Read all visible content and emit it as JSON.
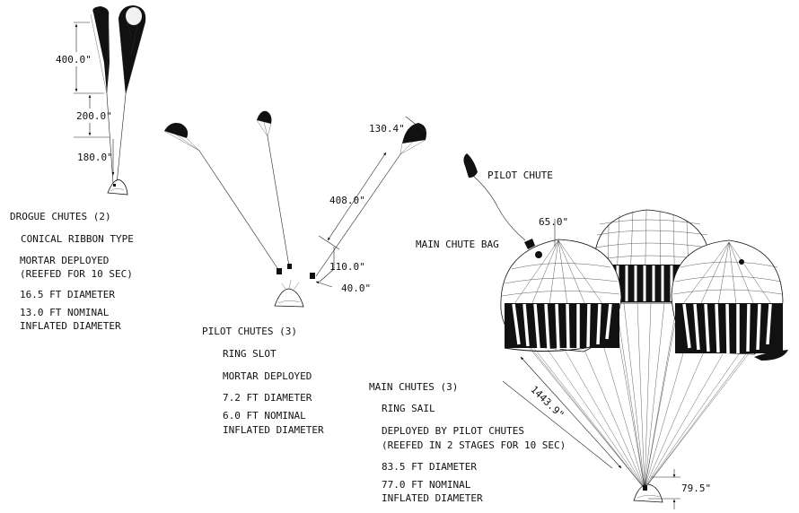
{
  "drogue": {
    "dims": [
      "400.0\"",
      "200.0\"",
      "180.0\""
    ],
    "lines": [
      "DROGUE CHUTES (2)",
      "CONICAL RIBBON TYPE",
      "MORTAR DEPLOYED",
      "(REEFED FOR 10 SEC)",
      "16.5 FT DIAMETER",
      "13.0 FT NOMINAL",
      "INFLATED DIAMETER"
    ]
  },
  "pilot": {
    "dims": [
      "130.4\"",
      "408.0\"",
      "110.0\"",
      "40.0\""
    ],
    "lines": [
      "PILOT CHUTES (3)",
      "RING SLOT",
      "MORTAR DEPLOYED",
      "7.2 FT DIAMETER",
      "6.0 FT NOMINAL",
      "INFLATED DIAMETER"
    ]
  },
  "main": {
    "pilot_chute_label": "PILOT CHUTE",
    "bag_label": "MAIN CHUTE BAG",
    "dims": [
      "65.0\"",
      "1443.9\"",
      "79.5\""
    ],
    "lines": [
      "MAIN CHUTES (3)",
      "RING SAIL",
      "DEPLOYED BY PILOT CHUTES",
      "(REEFED IN 2 STAGES FOR 10 SEC)",
      "83.5 FT DIAMETER",
      "77.0 FT NOMINAL",
      "INFLATED DIAMETER"
    ]
  }
}
